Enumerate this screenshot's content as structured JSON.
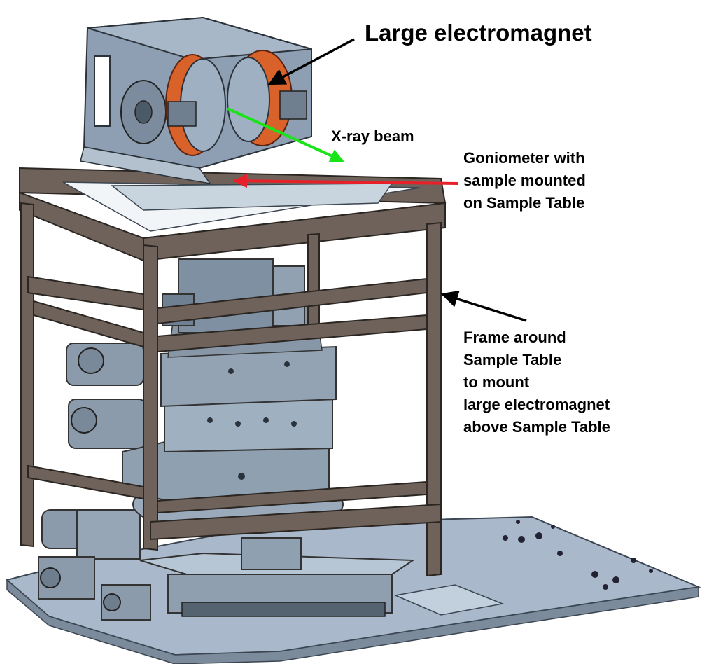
{
  "labels": {
    "title": "Large electromagnet",
    "beam": "X-ray beam",
    "goniometer": [
      "Goniometer with",
      "sample mounted",
      "on Sample Table"
    ],
    "frame": [
      "Frame around",
      "Sample Table",
      "to mount",
      "large electromagnet",
      "above Sample Table"
    ]
  },
  "colors": {
    "beam_arrow": "#19e419",
    "goniometer_arrow": "#e8202a",
    "pointer_arrow": "#000000",
    "coil": "#d9622a",
    "frame_steel": "#6e625a",
    "machine_body": "#8e9fb3",
    "base_plate": "#a9b9cb"
  }
}
